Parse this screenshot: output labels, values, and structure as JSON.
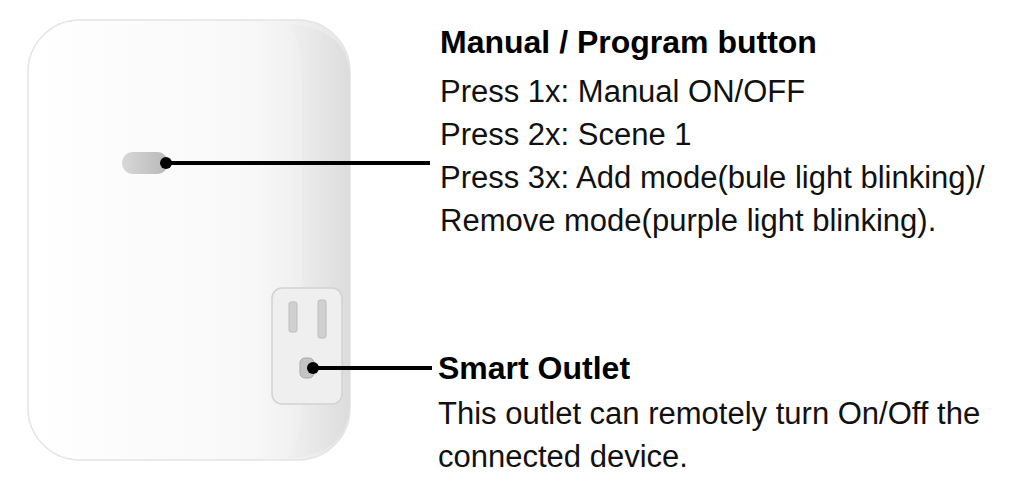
{
  "diagram": {
    "labels": [
      "Manual / Program button",
      "Press 1x: Manual ON/OFF",
      "Press 2x: Scene 1",
      "Press 3x: Add mode(bule light blinking)/ Remove mode(purple light blinking).",
      "Smart Outlet",
      "This outlet can remotely turn On/Off the connected device."
    ]
  }
}
